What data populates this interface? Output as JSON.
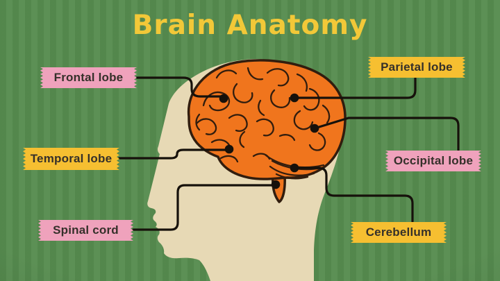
{
  "title": {
    "text": "Brain Anatomy"
  },
  "labels": [
    {
      "name": "frontal-lobe",
      "text": "Frontal lobe",
      "tape": "pink"
    },
    {
      "name": "parietal-lobe",
      "text": "Parietal lobe",
      "tape": "yellow"
    },
    {
      "name": "temporal-lobe",
      "text": "Temporal lobe",
      "tape": "yellow"
    },
    {
      "name": "occipital-lobe",
      "text": "Occipital lobe",
      "tape": "pink"
    },
    {
      "name": "spinal-cord",
      "text": "Spinal cord",
      "tape": "pink"
    },
    {
      "name": "cerebellum",
      "text": "Cerebellum",
      "tape": "yellow"
    }
  ],
  "colors": {
    "background": "#578c50",
    "title": "#f2c838",
    "tape_pink": "#efa2bc",
    "tape_yellow": "#f6bf31",
    "label_text": "#35302a",
    "head": "#e7d9b5",
    "brain_fill": "#f0751d",
    "brain_outline": "#311d0e",
    "connector": "#16110b"
  }
}
